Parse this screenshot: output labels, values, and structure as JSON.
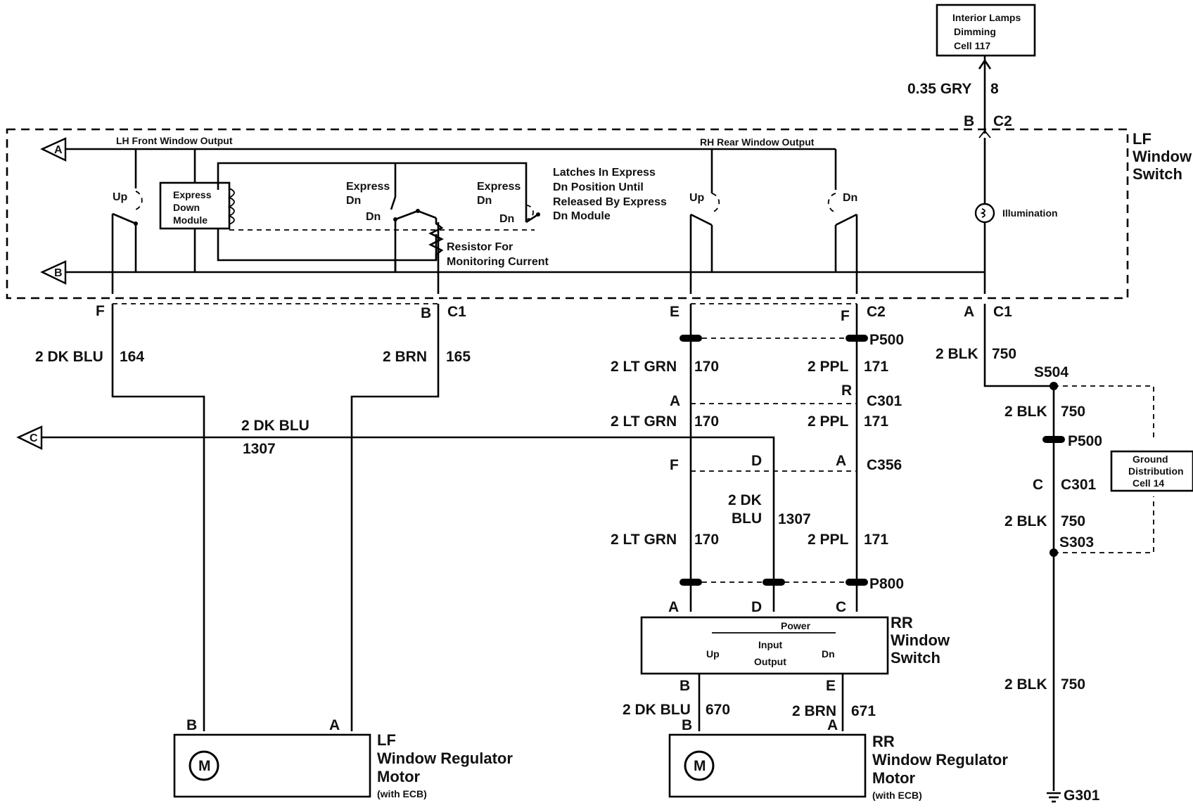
{
  "interior_lamps": [
    "Interior Lamps",
    "Dimming",
    "Cell 117"
  ],
  "lf_switch": [
    "LF",
    "Window",
    "Switch"
  ],
  "top_wire": {
    "color": "0.35 GRY",
    "circuit": "8"
  },
  "conn_top": {
    "pin": "B",
    "conn": "C2"
  },
  "labels": {
    "lh_output": "LH Front Window Output",
    "rh_output": "RH Rear Window Output",
    "express_module": [
      "Express",
      "Down",
      "Module"
    ],
    "express_dn_1": [
      "Express",
      "Dn"
    ],
    "express_dn_2": [
      "Express",
      "Dn"
    ],
    "dn": "Dn",
    "up": "Up",
    "latches": [
      "Latches In Express",
      "Dn Position Until",
      "Released By Express",
      "Dn Module"
    ],
    "resistor": [
      "Resistor For",
      "Monitoring Current"
    ],
    "illumination": "Illumination"
  },
  "offpage": {
    "a": "A",
    "b": "B",
    "c": "C"
  },
  "pins_c1": {
    "f": "F",
    "b": "B",
    "e": "E",
    "f2": "F",
    "a": "A",
    "c1": "C1",
    "c2": "C2",
    "c1b": "C1"
  },
  "wires": {
    "w164": {
      "color": "2 DK BLU",
      "circuit": "164"
    },
    "w165": {
      "color": "2 BRN",
      "circuit": "165"
    },
    "w1307": {
      "color": "2 DK BLU",
      "circuit": "1307"
    },
    "w170": {
      "color": "2 LT GRN",
      "circuit": "170"
    },
    "w171": {
      "color": "2 PPL",
      "circuit": "171"
    },
    "w750": {
      "color": "2 BLK",
      "circuit": "750"
    },
    "w1307b": {
      "color1": "2 DK",
      "color2": "BLU",
      "circuit": "1307"
    },
    "w670": {
      "color": "2 DK BLU",
      "circuit": "670"
    },
    "w671": {
      "color": "2 BRN",
      "circuit": "671"
    }
  },
  "connectors": {
    "p500": "P500",
    "p500b": "P500",
    "c301": "C301",
    "c301b": "C301",
    "c356": "C356",
    "p800": "P800",
    "s504": "S504",
    "s303": "S303",
    "g301": "G301",
    "r": "R",
    "a": "A",
    "f": "F",
    "d": "D",
    "a2": "A",
    "c": "C"
  },
  "ground_dist": [
    "Ground",
    "Distribution",
    "Cell 14"
  ],
  "rr_switch": {
    "title": [
      "RR",
      "Window",
      "Switch"
    ],
    "power": "Power",
    "input": "Input",
    "output": "Output",
    "up": "Up",
    "dn": "Dn",
    "pin_a": "A",
    "pin_d": "D",
    "pin_c": "C",
    "pin_b": "B",
    "pin_e": "E"
  },
  "lf_motor": {
    "title": [
      "LF",
      "Window Regulator",
      "Motor"
    ],
    "note": "(with ECB)",
    "pin_b": "B",
    "pin_a": "A",
    "m": "M"
  },
  "rr_motor": {
    "title": [
      "RR",
      "Window Regulator",
      "Motor"
    ],
    "note": "(with ECB)",
    "pin_b": "B",
    "pin_a": "A",
    "m": "M"
  }
}
